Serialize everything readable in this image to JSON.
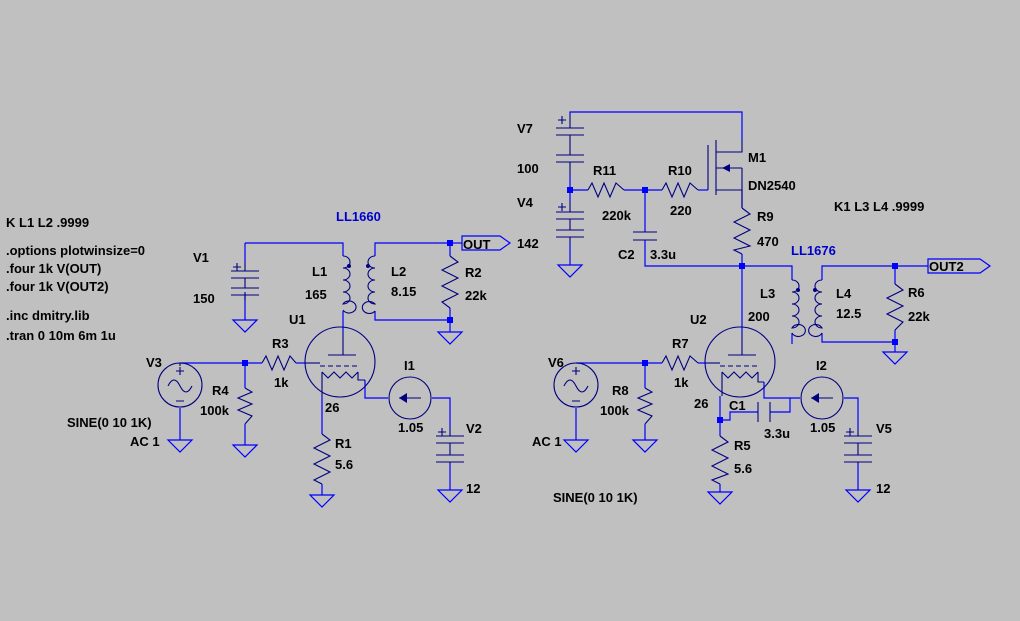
{
  "directives": [
    "K L1 L2 .9999",
    ".options plotwinsize=0",
    ".four 1k V(OUT)",
    ".four 1k V(OUT2)",
    ".inc dmitry.lib",
    ".tran 0 10m 6m 1u",
    "K1 L3 L4 .9999"
  ],
  "transformers": [
    "LL1660",
    "LL1676"
  ],
  "nets": {
    "out": "OUT",
    "out2": "OUT2"
  },
  "components": {
    "V1": {
      "name": "V1",
      "value": "150"
    },
    "V2": {
      "name": "V2",
      "value": "12"
    },
    "V3": {
      "name": "V3",
      "value": "SINE(0 10 1K)",
      "ac": "AC 1"
    },
    "V4": {
      "name": "V4",
      "value": "142"
    },
    "V5": {
      "name": "V5",
      "value": "12"
    },
    "V6": {
      "name": "V6",
      "value": "SINE(0 10 1K)",
      "ac": "AC 1"
    },
    "V7": {
      "name": "V7",
      "value": "100"
    },
    "R1": {
      "name": "R1",
      "value": "5.6"
    },
    "R2": {
      "name": "R2",
      "value": "22k"
    },
    "R3": {
      "name": "R3",
      "value": "1k"
    },
    "R4": {
      "name": "R4",
      "value": "100k"
    },
    "R5": {
      "name": "R5",
      "value": "5.6"
    },
    "R6": {
      "name": "R6",
      "value": "22k"
    },
    "R7": {
      "name": "R7",
      "value": "1k"
    },
    "R8": {
      "name": "R8",
      "value": "100k"
    },
    "R9": {
      "name": "R9",
      "value": "470"
    },
    "R10": {
      "name": "R10",
      "value": "220"
    },
    "R11": {
      "name": "R11",
      "value": "220k"
    },
    "L1": {
      "name": "L1",
      "value": "165"
    },
    "L2": {
      "name": "L2",
      "value": "8.15"
    },
    "L3": {
      "name": "L3",
      "value": "200"
    },
    "L4": {
      "name": "L4",
      "value": "12.5"
    },
    "C1": {
      "name": "C1",
      "value": "3.3u"
    },
    "C2": {
      "name": "C2",
      "value": "3.3u"
    },
    "I1": {
      "name": "I1",
      "value": "1.05"
    },
    "I2": {
      "name": "I2",
      "value": "1.05"
    },
    "U1": {
      "name": "U1",
      "value": "26"
    },
    "U2": {
      "name": "U2",
      "value": "26"
    },
    "M1": {
      "name": "M1",
      "value": "DN2540"
    }
  }
}
